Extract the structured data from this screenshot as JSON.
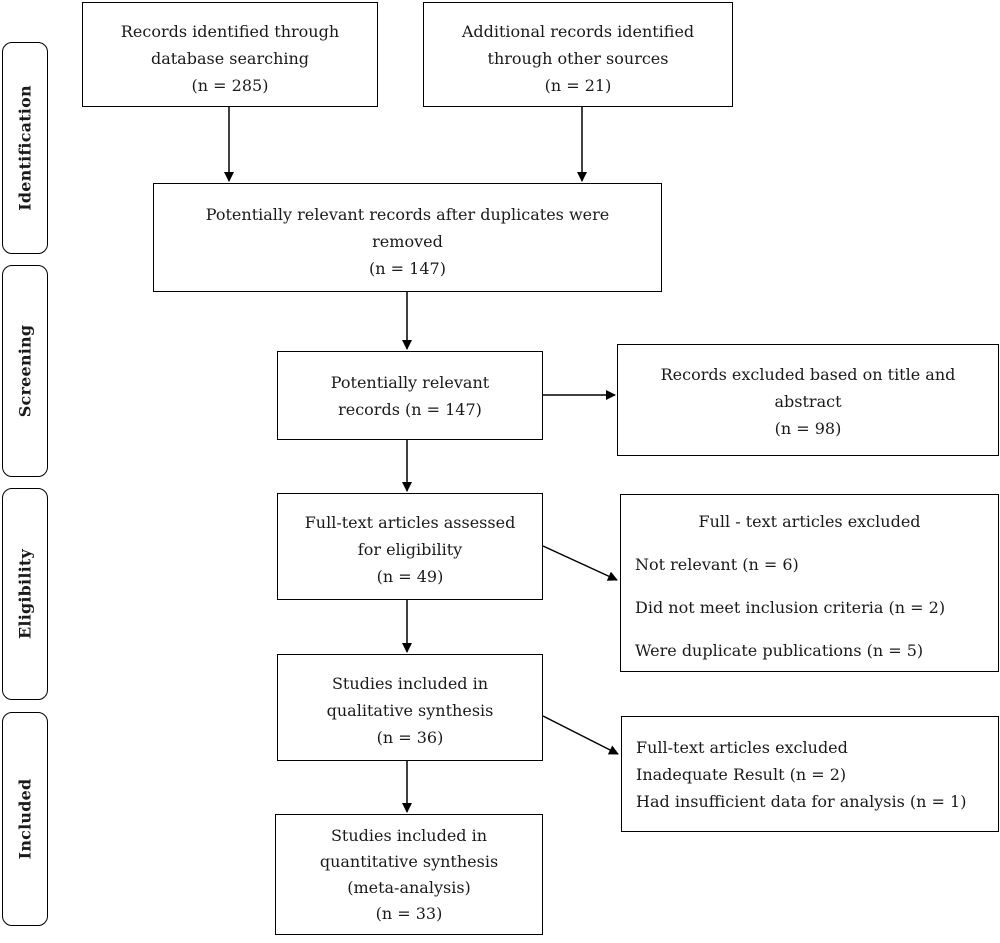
{
  "stages": [
    {
      "id": "identification",
      "label": "Identification"
    },
    {
      "id": "screening",
      "label": "Screening"
    },
    {
      "id": "eligibility",
      "label": "Eligibility"
    },
    {
      "id": "included",
      "label": "Included"
    }
  ],
  "boxes": {
    "database_search": {
      "lines": [
        "Records identified through",
        "database searching",
        "(n = 285)"
      ]
    },
    "other_sources": {
      "lines": [
        "Additional records identified",
        "through other sources",
        "(n = 21)"
      ]
    },
    "after_duplicates": {
      "lines": [
        "Potentially relevant records after duplicates were",
        "removed",
        "(n = 147)"
      ]
    },
    "screened": {
      "lines": [
        "Potentially relevant",
        "records (n = 147)"
      ]
    },
    "excluded_title_abstract": {
      "lines": [
        "Records excluded based on title and",
        "abstract",
        "(n = 98)"
      ]
    },
    "full_text_assessed": {
      "lines": [
        "Full-text articles assessed",
        "for eligibility",
        "(n = 49)"
      ]
    },
    "full_text_excluded": {
      "heading": "Full  - text articles excluded",
      "items": [
        "Not relevant (n = 6)",
        "Did not meet inclusion criteria (n = 2)",
        "Were duplicate publications (n = 5)"
      ]
    },
    "qualitative": {
      "lines": [
        "Studies included in",
        "qualitative synthesis",
        "(n = 36)"
      ]
    },
    "full_text_excluded_2": {
      "lines": [
        "Full-text articles excluded",
        "Inadequate Result (n = 2)",
        "Had insufficient data for analysis (n = 1)"
      ]
    },
    "quantitative": {
      "lines": [
        "Studies included in",
        "quantitative synthesis",
        "(meta-analysis)",
        "(n = 33)"
      ]
    }
  }
}
